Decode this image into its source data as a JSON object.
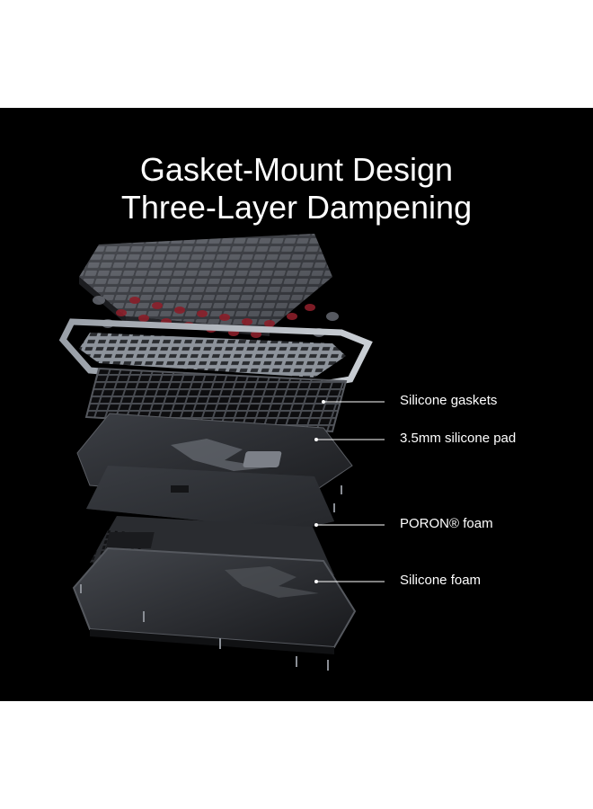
{
  "title": {
    "line1": "Gasket-Mount Design",
    "line2": "Three-Layer Dampening"
  },
  "callouts": [
    {
      "label": "Silicone gaskets"
    },
    {
      "label": "3.5mm silicone pad"
    },
    {
      "label": "PORON® foam"
    },
    {
      "label": "Silicone foam"
    }
  ],
  "colors": {
    "background": "#000000",
    "text": "#ffffff",
    "accent_switch": "#8a1f2a"
  }
}
